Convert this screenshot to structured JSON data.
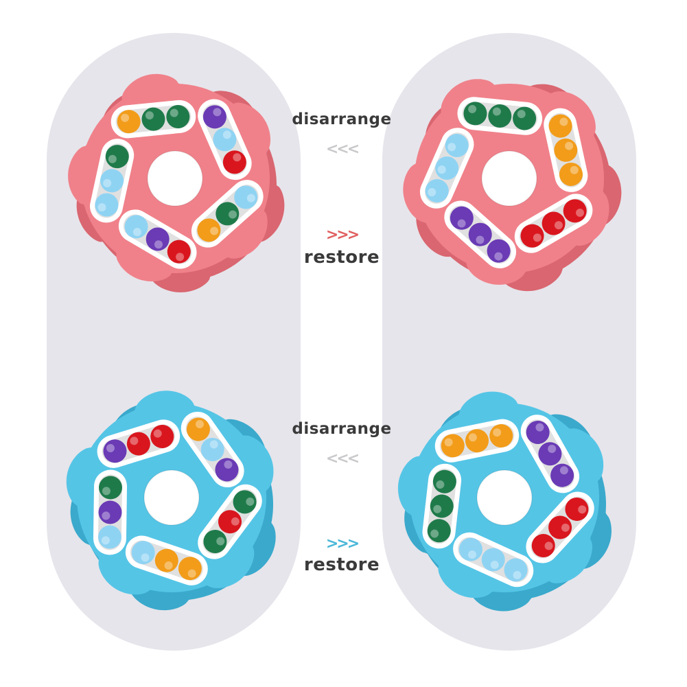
{
  "colors": {
    "pink_body": "#f0818a",
    "pink_body_dark": "#d96670",
    "blue_body": "#55c5e6",
    "blue_body_dark": "#3aa9cc",
    "panel_bg": "#e6e5eb",
    "arrow_back": "#c9c9cc",
    "arrow_restore_red": "#e06060",
    "arrow_restore_blue": "#4ab7d8",
    "ball_green": "#1f7a4a",
    "ball_lightblue": "#8fd3f3",
    "ball_purple": "#6a3bb5",
    "ball_red": "#d9161e",
    "ball_orange": "#f29c1a"
  },
  "labels": {
    "top_disarrange": "disarrange",
    "top_back_arrows": "<<<",
    "top_restore_arrows": ">>>",
    "top_restore": "restore",
    "bottom_disarrange": "disarrange",
    "bottom_back_arrows": "<<<",
    "bottom_restore_arrows": ">>>",
    "bottom_restore": "restore"
  },
  "toys": [
    {
      "id": "pink-disarranged",
      "body": "pink",
      "tracks": [
        [
          "ball_orange",
          "ball_green",
          "ball_green"
        ],
        [
          "ball_purple",
          "ball_lightblue",
          "ball_red"
        ],
        [
          "ball_lightblue",
          "ball_green",
          "ball_orange"
        ],
        [
          "ball_red",
          "ball_purple",
          "ball_lightblue"
        ],
        [
          "ball_lightblue",
          "ball_lightblue",
          "ball_green"
        ]
      ]
    },
    {
      "id": "pink-restored",
      "body": "pink",
      "tracks": [
        [
          "ball_green",
          "ball_green",
          "ball_green"
        ],
        [
          "ball_orange",
          "ball_orange",
          "ball_orange"
        ],
        [
          "ball_red",
          "ball_red",
          "ball_red"
        ],
        [
          "ball_purple",
          "ball_purple",
          "ball_purple"
        ],
        [
          "ball_lightblue",
          "ball_lightblue",
          "ball_lightblue"
        ]
      ]
    },
    {
      "id": "blue-disarranged",
      "body": "blue",
      "tracks": [
        [
          "ball_purple",
          "ball_red",
          "ball_red"
        ],
        [
          "ball_orange",
          "ball_lightblue",
          "ball_purple"
        ],
        [
          "ball_green",
          "ball_red",
          "ball_green"
        ],
        [
          "ball_orange",
          "ball_orange",
          "ball_lightblue"
        ],
        [
          "ball_lightblue",
          "ball_purple",
          "ball_green"
        ]
      ]
    },
    {
      "id": "blue-restored",
      "body": "blue",
      "tracks": [
        [
          "ball_orange",
          "ball_orange",
          "ball_orange"
        ],
        [
          "ball_purple",
          "ball_purple",
          "ball_purple"
        ],
        [
          "ball_red",
          "ball_red",
          "ball_red"
        ],
        [
          "ball_lightblue",
          "ball_lightblue",
          "ball_lightblue"
        ],
        [
          "ball_green",
          "ball_green",
          "ball_green"
        ]
      ]
    }
  ]
}
